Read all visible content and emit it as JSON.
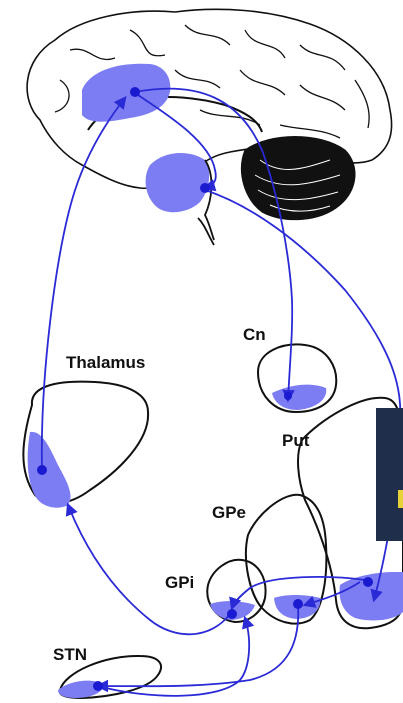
{
  "labels": {
    "thalamus": "Thalamus",
    "cn": "Cn",
    "put": "Put",
    "gpe": "GPe",
    "gpi": "GPi",
    "stn": "STN"
  },
  "colors": {
    "region_fill": "#7d7df3",
    "pathway": "#2a2ad6",
    "node": "#1a1ad0",
    "outline": "#111111",
    "overlay_panel": "#1f2e4a",
    "overlay_accent": "#e8d23a"
  }
}
